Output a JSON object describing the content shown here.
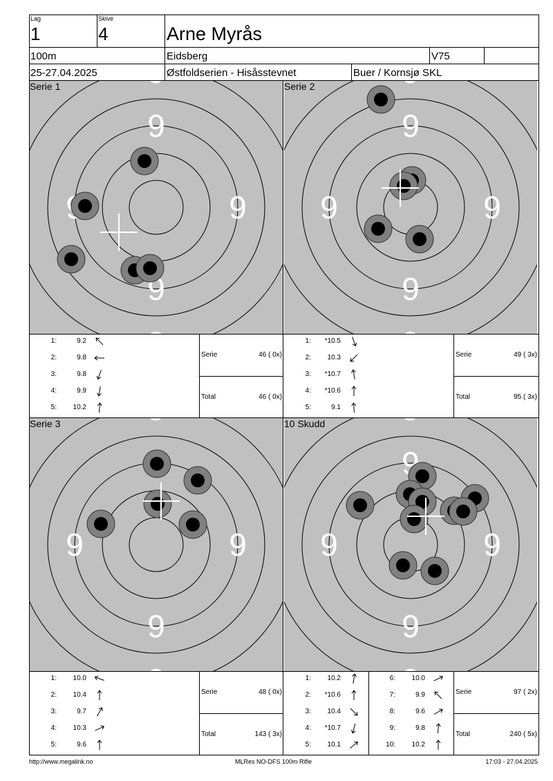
{
  "header": {
    "lag_label": "Lag",
    "lag_value": "1",
    "skive_label": "Skive",
    "skive_value": "4",
    "shooter_name": "Arne Myrås",
    "distance": "100m",
    "club": "Eidsberg",
    "class": "V75",
    "date": "25-27.04.2025",
    "event": "Østfoldserien - Hisåsstevnet",
    "venue": "Buer / Kornsjø SKL"
  },
  "panels": [
    {
      "label": "Serie 1",
      "shots": [
        [
          166,
          116
        ],
        [
          80,
          181
        ],
        [
          60,
          258
        ],
        [
          152,
          274
        ],
        [
          174,
          271
        ]
      ],
      "cross": [
        129,
        219
      ]
    },
    {
      "label": "Serie 2",
      "shots": [
        [
          140,
          27
        ],
        [
          185,
          144
        ],
        [
          173,
          152
        ],
        [
          136,
          214
        ],
        [
          196,
          229
        ]
      ],
      "cross": [
        168,
        155
      ]
    },
    {
      "label": "Serie 3",
      "shots": [
        [
          184,
          66
        ],
        [
          243,
          90
        ],
        [
          185,
          124
        ],
        [
          103,
          153
        ],
        [
          236,
          154
        ]
      ],
      "cross": [
        190,
        120
      ]
    },
    {
      "label": "10 Skudd",
      "shots": [
        [
          200,
          84
        ],
        [
          276,
          116
        ],
        [
          110,
          126
        ],
        [
          182,
          110
        ],
        [
          200,
          121
        ],
        [
          246,
          134
        ],
        [
          259,
          135
        ],
        [
          188,
          146
        ],
        [
          172,
          213
        ],
        [
          218,
          221
        ]
      ],
      "cross": [
        205,
        142
      ]
    }
  ],
  "series": [
    {
      "shots": [
        {
          "n": "1:",
          "v": "9.2",
          "dir": "225"
        },
        {
          "n": "2:",
          "v": "9.8",
          "dir": "180"
        },
        {
          "n": "3:",
          "v": "9.8",
          "dir": "110"
        },
        {
          "n": "4:",
          "v": "9.9",
          "dir": "100"
        },
        {
          "n": "5:",
          "v": "10.2",
          "dir": "-85"
        }
      ],
      "serie_label": "Serie",
      "serie_value": "46 ( 0x)",
      "total_label": "Total",
      "total_value": "46 ( 0x)"
    },
    {
      "shots": [
        {
          "n": "1:",
          "v": "*10.5",
          "dir": "70"
        },
        {
          "n": "2:",
          "v": "10.3",
          "dir": "135"
        },
        {
          "n": "3:",
          "v": "*10.7",
          "dir": "-100"
        },
        {
          "n": "4:",
          "v": "*10.6",
          "dir": "-90"
        },
        {
          "n": "5:",
          "v": "9.1",
          "dir": "-95"
        }
      ],
      "serie_label": "Serie",
      "serie_value": "49 ( 3x)",
      "total_label": "Total",
      "total_value": "95 ( 3x)"
    },
    {
      "shots": [
        {
          "n": "1:",
          "v": "10.0",
          "dir": "200"
        },
        {
          "n": "2:",
          "v": "10.4",
          "dir": "-90"
        },
        {
          "n": "3:",
          "v": "9.7",
          "dir": "-60"
        },
        {
          "n": "4:",
          "v": "10.3",
          "dir": "-25"
        },
        {
          "n": "5:",
          "v": "9.6",
          "dir": "-90"
        }
      ],
      "serie_label": "Serie",
      "serie_value": "48 ( 0x)",
      "total_label": "Total",
      "total_value": "143 ( 3x)"
    },
    {
      "shots": [
        {
          "n": "1:",
          "v": "10.2",
          "dir": "-80"
        },
        {
          "n": "2:",
          "v": "*10.6",
          "dir": "-90"
        },
        {
          "n": "3:",
          "v": "10.4",
          "dir": "45"
        },
        {
          "n": "4:",
          "v": "*10.7",
          "dir": "105"
        },
        {
          "n": "5:",
          "v": "10.1",
          "dir": "-40"
        },
        {
          "n": "6:",
          "v": "10.0",
          "dir": "-25"
        },
        {
          "n": "7:",
          "v": "9.9",
          "dir": "225"
        },
        {
          "n": "8:",
          "v": "9.6",
          "dir": "-30"
        },
        {
          "n": "9:",
          "v": "9.8",
          "dir": "-85"
        },
        {
          "n": "10:",
          "v": "10.2",
          "dir": "-90"
        }
      ],
      "serie_label": "Serie",
      "serie_value": "97 ( 2x)",
      "total_label": "Total",
      "total_value": "240 ( 5x)"
    }
  ],
  "footer": {
    "url": "http://www.megalink.no",
    "system": "MLRes NO-DFS 100m Rifle",
    "timestamp": "17:03 - 27.04.2025"
  },
  "colors": {
    "target_bg": "#c0c0c0",
    "shot_outer": "#808080",
    "shot_inner": "#000000",
    "ring_number": "#ffffff"
  },
  "ring_number": "9"
}
